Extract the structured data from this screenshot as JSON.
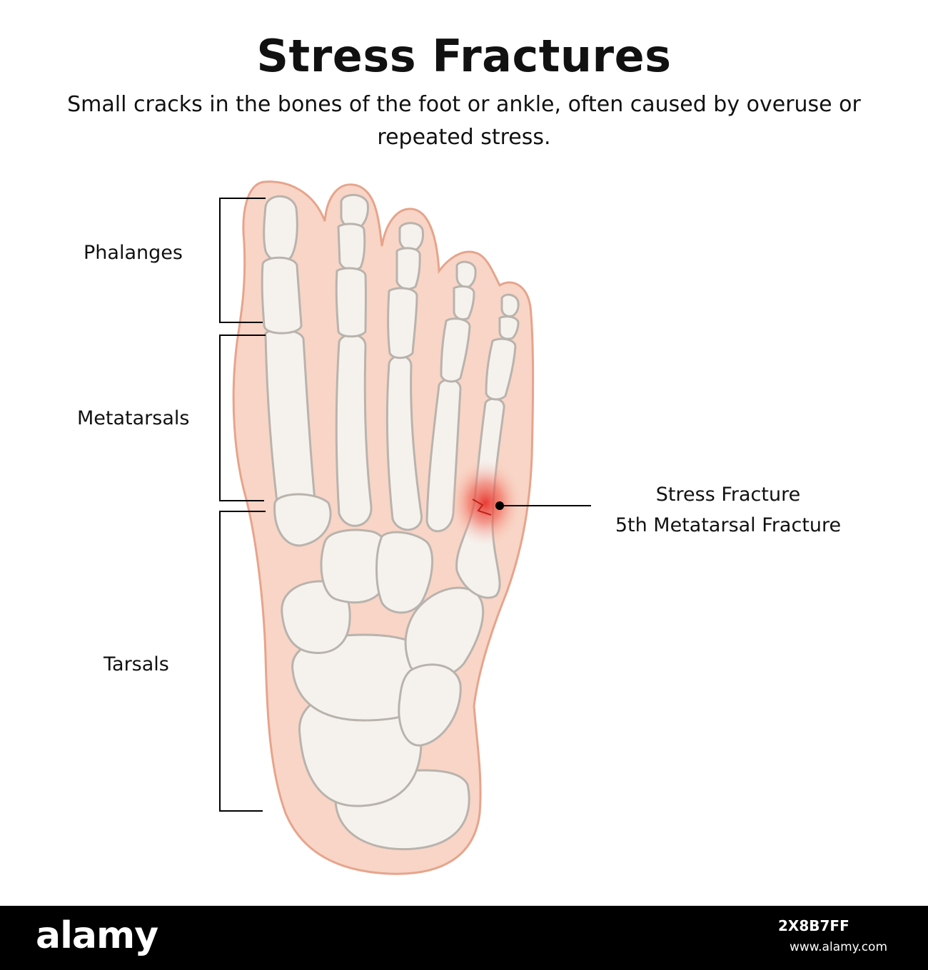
{
  "title": "Stress Fractures",
  "subtitle": "Small cracks in the bones of the foot or ankle, often caused by overuse or repeated stress.",
  "labels": {
    "phalanges": "Phalanges",
    "metatarsals": "Metatarsals",
    "tarsals": "Tarsals"
  },
  "callout": {
    "line1": "Stress Fracture",
    "line2": "5th Metatarsal Fracture"
  },
  "watermark": {
    "logo": "alamy",
    "image_id": "2X8B7FF",
    "site": "www.alamy.com"
  },
  "colors": {
    "skin": "#f8d5c6",
    "skin_outline": "#e6a48c",
    "bone": "#f5f2ee",
    "bone_outline": "#b9b3ad",
    "fracture": "#e8322a",
    "bracket": "#000000"
  }
}
